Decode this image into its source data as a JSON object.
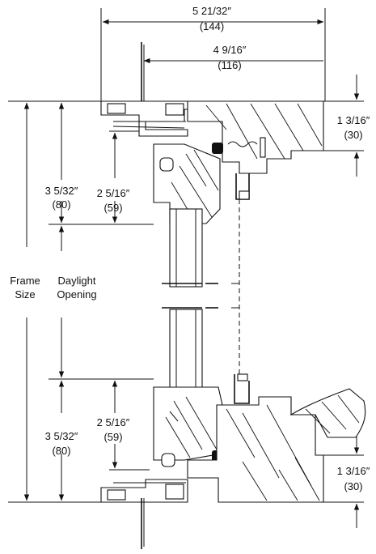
{
  "dimensions": {
    "overall_width": {
      "imperial": "5 21/32″",
      "metric": "(144)"
    },
    "inner_width": {
      "imperial": "4 9/16″",
      "metric": "(116)"
    },
    "top_right_thickness": {
      "imperial": "1 3/16″",
      "metric": "(30)"
    },
    "bottom_right_thickness": {
      "imperial": "1 3/16″",
      "metric": "(30)"
    },
    "top_outer_height": {
      "imperial": "3 5/32″",
      "metric": "(80)"
    },
    "top_inner_height": {
      "imperial": "2 5/16″",
      "metric": "(59)"
    },
    "bottom_outer_height": {
      "imperial": "3 5/32″",
      "metric": "(80)"
    },
    "bottom_inner_height": {
      "imperial": "2 5/16″",
      "metric": "(59)"
    }
  },
  "labels": {
    "frame_size": [
      "Frame",
      "Size"
    ],
    "daylight_opening": [
      "Daylight",
      "Opening"
    ]
  }
}
